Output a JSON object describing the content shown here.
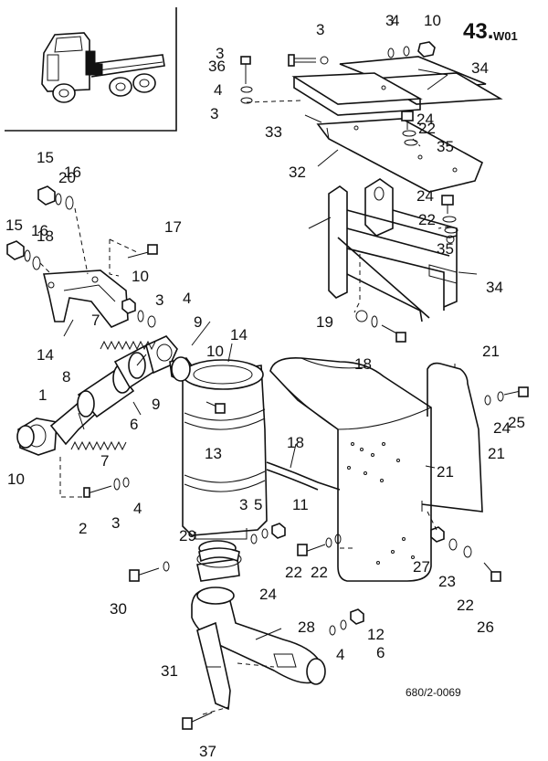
{
  "header": {
    "page_number": "43.",
    "page_suffix": "W01"
  },
  "reference_code": "680/2-0069",
  "labels": [
    "1",
    "2",
    "3",
    "3",
    "3",
    "3",
    "3",
    "3",
    "3",
    "4",
    "4",
    "4",
    "4",
    "4",
    "5",
    "6",
    "6",
    "7",
    "7",
    "8",
    "9",
    "9",
    "10",
    "10",
    "10",
    "10",
    "11",
    "12",
    "13",
    "14",
    "14",
    "15",
    "15",
    "16",
    "16",
    "17",
    "18",
    "18",
    "18",
    "19",
    "20",
    "21",
    "21",
    "21",
    "22",
    "22",
    "22",
    "22",
    "22",
    "23",
    "24",
    "24",
    "24",
    "24",
    "25",
    "26",
    "27",
    "28",
    "29",
    "30",
    "31",
    "32",
    "33",
    "34",
    "34",
    "35",
    "35",
    "36",
    "37"
  ]
}
